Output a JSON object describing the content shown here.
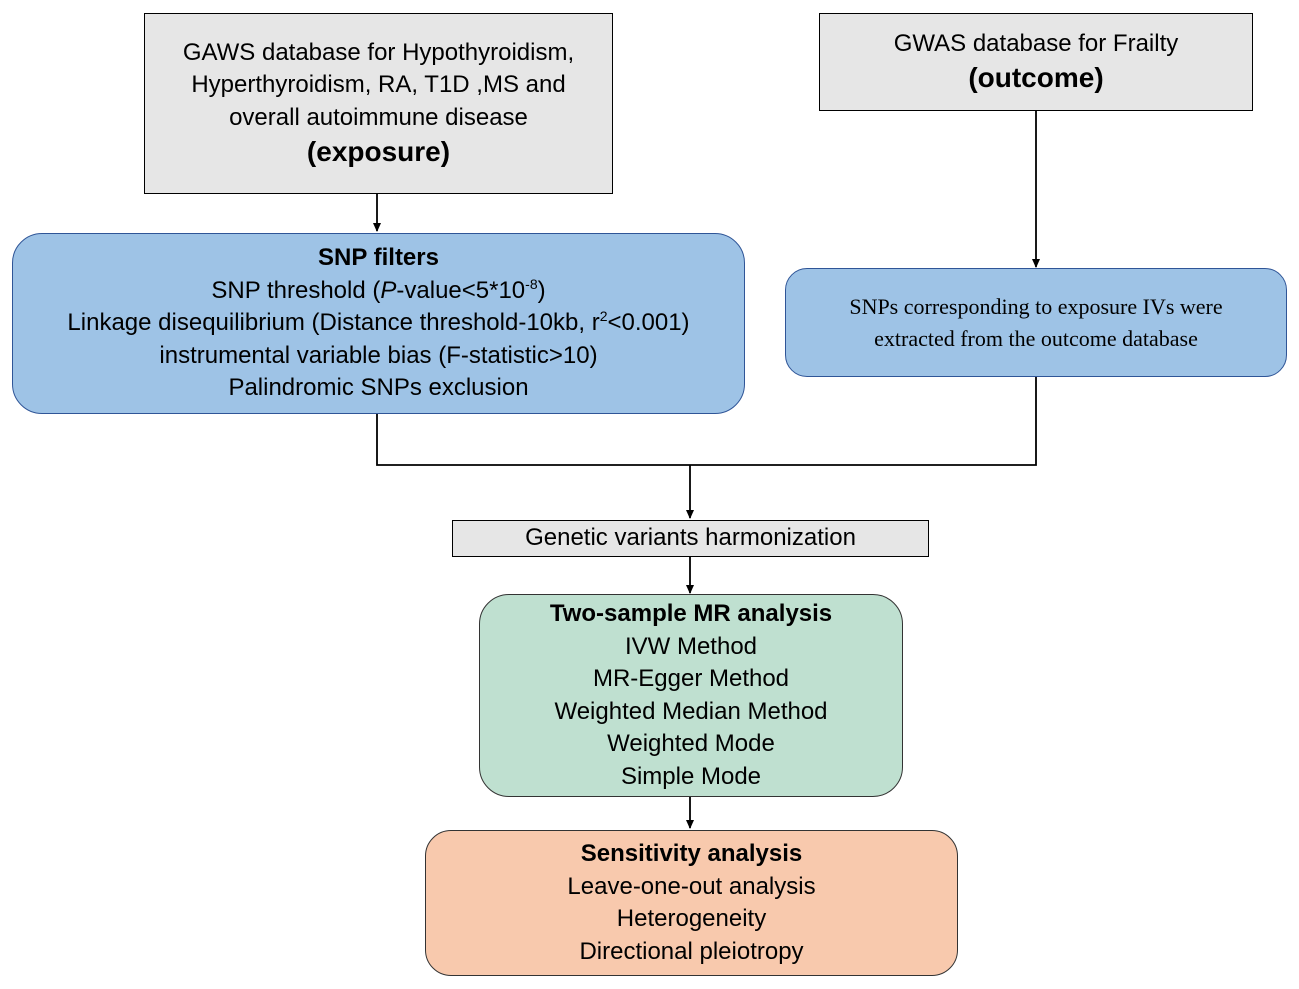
{
  "exposure_box": {
    "lines": [
      "GAWS database for Hypothyroidism,",
      "Hyperthyroidism, RA, T1D ,MS and",
      "overall autoimmune disease"
    ],
    "emphasis": "(exposure)"
  },
  "outcome_box": {
    "line": "GWAS database for Frailty",
    "emphasis": "(outcome)"
  },
  "snp_filters": {
    "title": "SNP filters",
    "threshold_prefix": "SNP threshold (",
    "threshold_p": "P",
    "threshold_mid": "-value<5*10",
    "threshold_exp": "-8",
    "threshold_suffix": ")",
    "ld_prefix": "Linkage disequilibrium (Distance threshold-10kb, r",
    "ld_exp": "2",
    "ld_suffix": "<0.001)",
    "iv_bias": "instrumental variable bias (F-statistic>10)",
    "palindromic": "Palindromic SNPs exclusion"
  },
  "outcome_snps": {
    "lines": [
      "SNPs corresponding to exposure IVs were",
      "extracted from the outcome database"
    ]
  },
  "harmonization": {
    "label": "Genetic variants harmonization"
  },
  "mr_analysis": {
    "title": "Two-sample MR analysis",
    "methods": [
      "IVW Method",
      "MR-Egger Method",
      "Weighted Median Method",
      "Weighted Mode",
      "Simple Mode"
    ]
  },
  "sensitivity": {
    "title": "Sensitivity analysis",
    "items": [
      "Leave-one-out analysis",
      "Heterogeneity",
      "Directional pleiotropy"
    ]
  },
  "colors": {
    "gray_box": "#e6e6e6",
    "blue_box": "#9ec3e6",
    "green_box": "#bfe0d0",
    "orange_box": "#f8c9ad"
  }
}
